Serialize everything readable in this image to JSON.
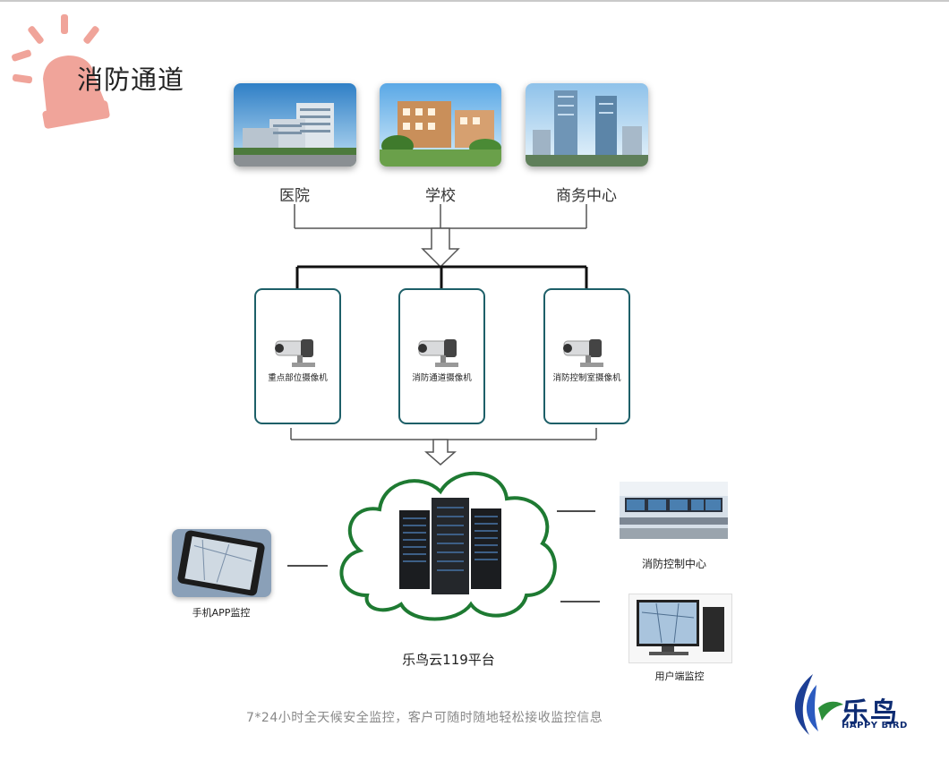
{
  "header": {
    "title": "消防通道",
    "icon": "alarm-light-icon"
  },
  "sites": [
    {
      "label": "医院",
      "icon": "hospital-photo"
    },
    {
      "label": "学校",
      "icon": "school-photo"
    },
    {
      "label": "商务中心",
      "icon": "business-center-photo"
    }
  ],
  "cameras": [
    {
      "label": "重点部位摄像机",
      "icon": "camera-icon"
    },
    {
      "label": "消防通道摄像机",
      "icon": "camera-icon"
    },
    {
      "label": "消防控制室摄像机",
      "icon": "camera-icon"
    }
  ],
  "platform": {
    "label": "乐鸟云119平台",
    "icon": "server-rack-icon"
  },
  "clients": {
    "mobile": {
      "label": "手机APP监控",
      "icon": "tablet-map-icon"
    },
    "control_center": {
      "label": "消防控制中心",
      "icon": "control-room-photo"
    },
    "user_terminal": {
      "label": "用户端监控",
      "icon": "monitor-map-icon"
    }
  },
  "footer": {
    "text": "7*24小时全天候安全监控，客户可随时随地轻松接收监控信息"
  },
  "brand": {
    "name_cn": "乐鸟",
    "name_en": "HAPPY BIRD",
    "logo": "happy-bird-logo"
  },
  "colors": {
    "box_border": "#1d5f68",
    "cloud_border": "#1e7a32",
    "brand": "#0d2b72",
    "alarm": "#f0a49a"
  }
}
